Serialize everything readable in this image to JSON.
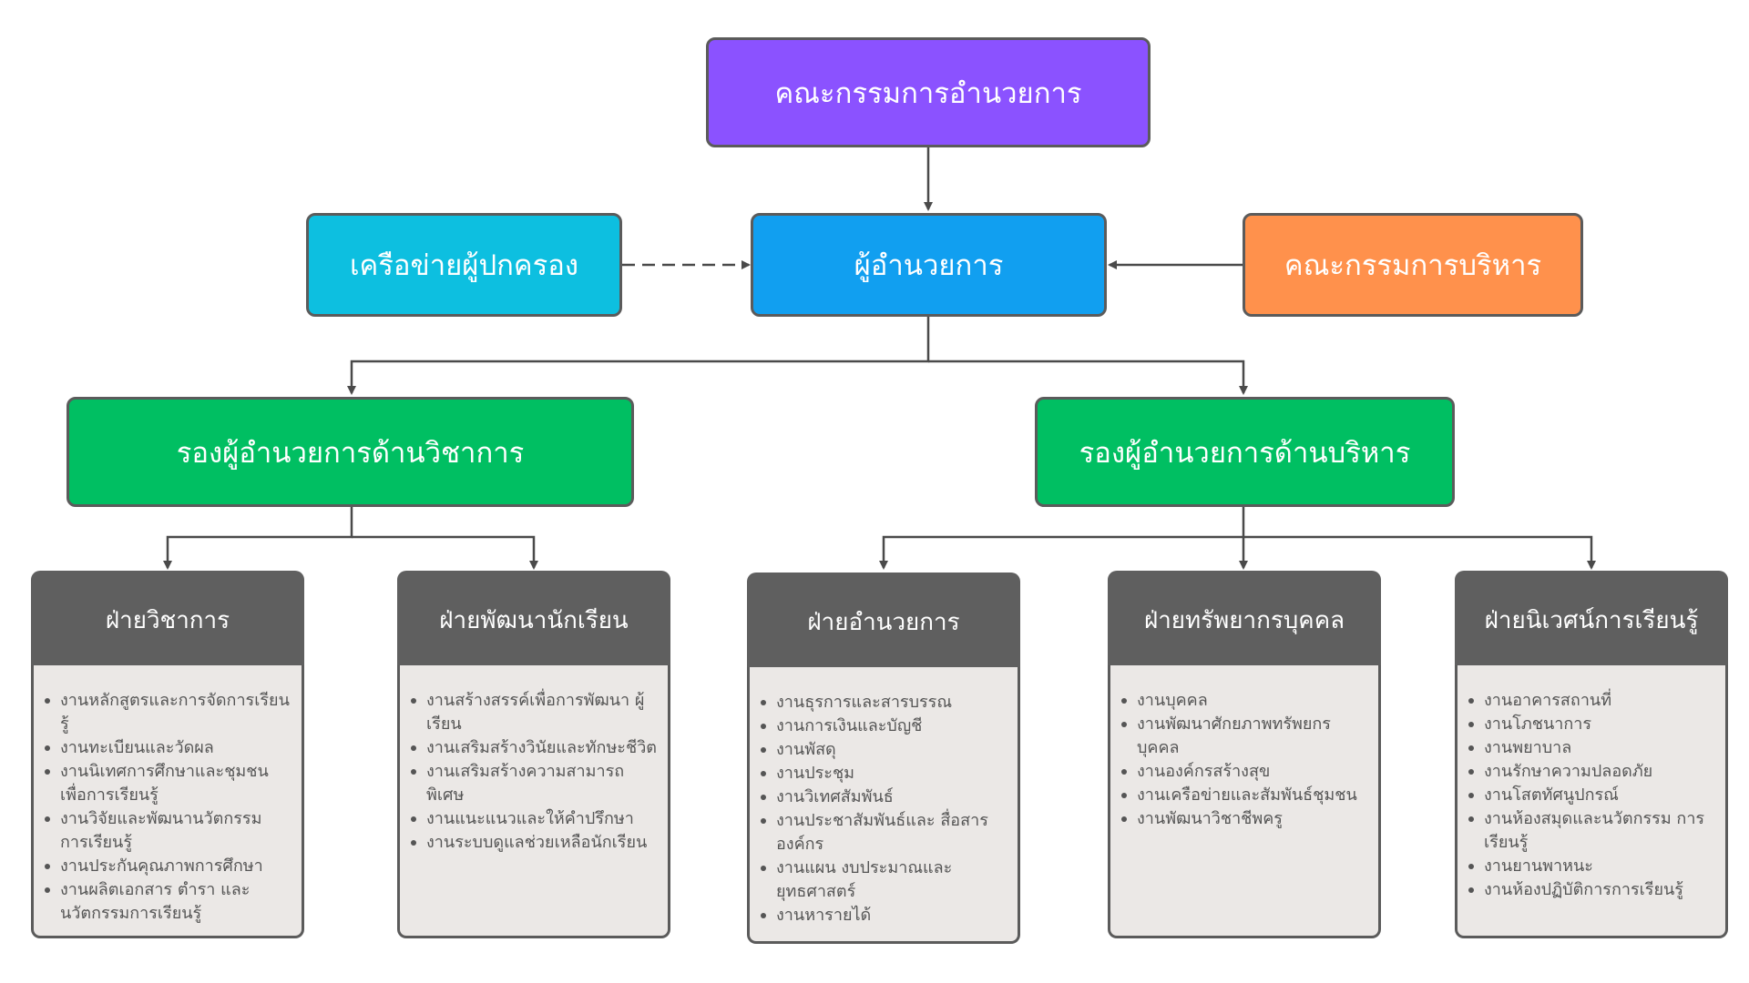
{
  "top": {
    "label": "คณะกรรมการอำนวยการ",
    "color": "#8b52ff"
  },
  "director": {
    "label": "ผู้อำนวยการ",
    "color": "#119ff0"
  },
  "parent_network": {
    "label": "เครือข่ายผู้ปกครอง",
    "color": "#0dbfe0"
  },
  "admin_committee": {
    "label": "คณะกรรมการบริหาร",
    "color": "#ff914c"
  },
  "deputy_academic": {
    "label": "รองผู้อำนวยการด้านวิชาการ",
    "color": "#00bf62"
  },
  "deputy_admin": {
    "label": "รองผู้อำนวยการด้านบริหาร",
    "color": "#00bf62"
  },
  "departments": [
    {
      "title": "ฝ่ายวิชาการ",
      "items": [
        "งานหลักสูตรและการจัดการเรียนรู้",
        "งานทะเบียนและวัดผล",
        "งานนิเทศการศึกษาและชุมชน เพื่อการเรียนรู้",
        "งานวิจัยและพัฒนานวัตกรรม การเรียนรู้",
        "งานประกันคุณภาพการศึกษา",
        "งานผลิตเอกสาร ตำรา และ นวัตกรรมการเรียนรู้"
      ]
    },
    {
      "title": "ฝ่ายพัฒนานักเรียน",
      "items": [
        "งานสร้างสรรค์เพื่อการพัฒนา ผู้เรียน",
        "งานเสริมสร้างวินัยและทักษะชีวิต",
        "งานเสริมสร้างความสามารถพิเศษ",
        "งานแนะแนวและให้คำปรึกษา",
        "งานระบบดูแลช่วยเหลือนักเรียน"
      ]
    },
    {
      "title": "ฝ่ายอำนวยการ",
      "items": [
        "งานธุรการและสารบรรณ",
        "งานการเงินและบัญชี",
        "งานพัสดุ",
        "งานประชุม",
        "งานวิเทศสัมพันธ์",
        "งานประชาสัมพันธ์และ สื่อสารองค์กร",
        "งานแผน งบประมาณและ ยุทธศาสตร์",
        "งานหารายได้"
      ]
    },
    {
      "title": "ฝ่ายทรัพยากรบุคคล",
      "items": [
        "งานบุคคล",
        "งานพัฒนาศักยภาพทรัพยกร บุคคล",
        "งานองค์กรสร้างสุข",
        "งานเครือข่ายและสัมพันธ์ชุมชน",
        "งานพัฒนาวิชาชีพครู"
      ]
    },
    {
      "title": "ฝ่ายนิเวศน์การเรียนรู้",
      "items": [
        "งานอาคารสถานที่",
        "งานโภชนาการ",
        "งานพยาบาล",
        "งานรักษาความปลอดภัย",
        "งานโสตทัศนูปกรณ์",
        "งานห้องสมุดและนวัตกรรม การเรียนรู้",
        "งานยานพาหนะ",
        "งานห้องปฏิบัติการการเรียนรู้"
      ]
    }
  ]
}
